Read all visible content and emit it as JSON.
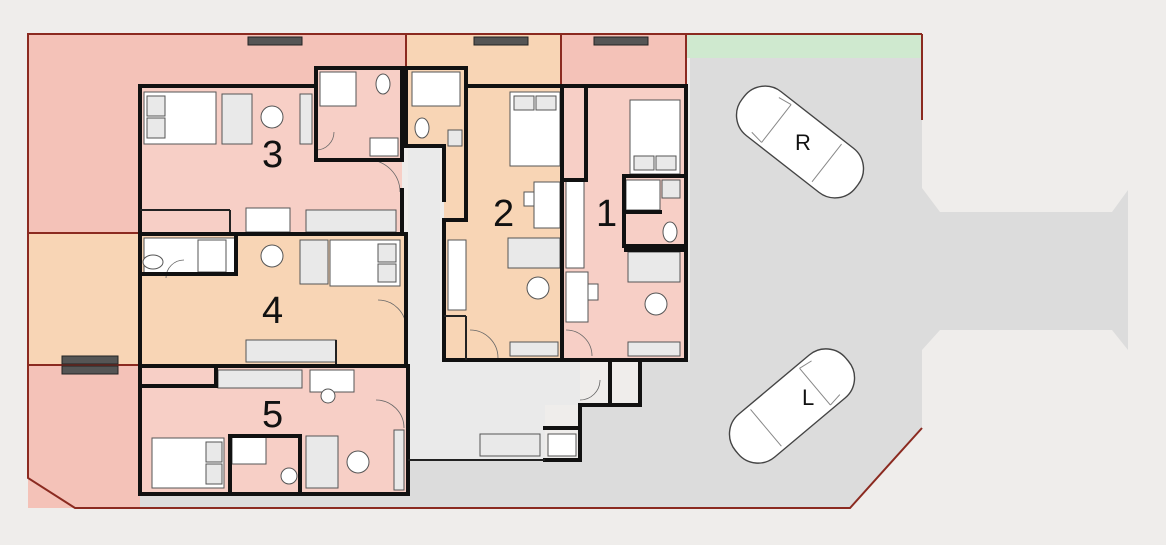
{
  "colors": {
    "background": "#efedeb",
    "lot": "#dcdcdc",
    "yard_pink": "#f4c2b8",
    "unit_pink": "#f7cfc6",
    "unit_peach": "#f8d5b5",
    "lawn_green": "#cfe9cf",
    "boundary": "#8b2a20",
    "walls": "#111111"
  },
  "units": [
    {
      "id": "unit-1",
      "label": "1"
    },
    {
      "id": "unit-2",
      "label": "2"
    },
    {
      "id": "unit-3",
      "label": "3"
    },
    {
      "id": "unit-4",
      "label": "4"
    },
    {
      "id": "unit-5",
      "label": "5"
    }
  ],
  "parking": [
    {
      "id": "car-r",
      "label": "R"
    },
    {
      "id": "car-l",
      "label": "L"
    }
  ],
  "icons": [
    "bed-icon",
    "sofa-icon",
    "table-icon",
    "toilet-icon",
    "sink-icon",
    "shower-icon",
    "car-icon",
    "vent-icon"
  ]
}
